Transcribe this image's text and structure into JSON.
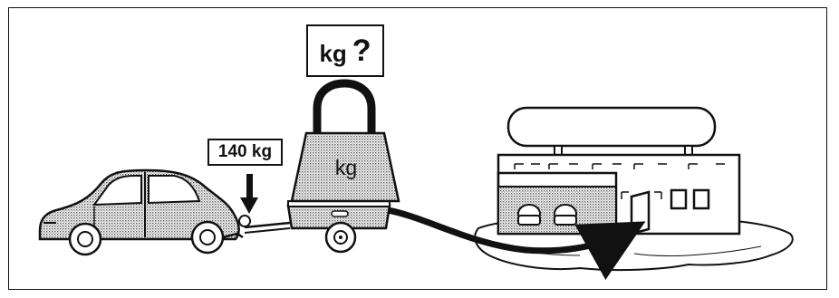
{
  "labels": {
    "question_unit": "kg",
    "question_mark": "?",
    "tongue_load": "140 kg",
    "weight_unit": "kg"
  },
  "icons": [
    "car-icon",
    "trailer-icon",
    "weight-icon",
    "arrow-down-icon",
    "curved-arrow-icon",
    "building-icon"
  ],
  "colors": {
    "ink": "#111111",
    "shade": "#b9b9b9",
    "paper": "#ffffff"
  }
}
